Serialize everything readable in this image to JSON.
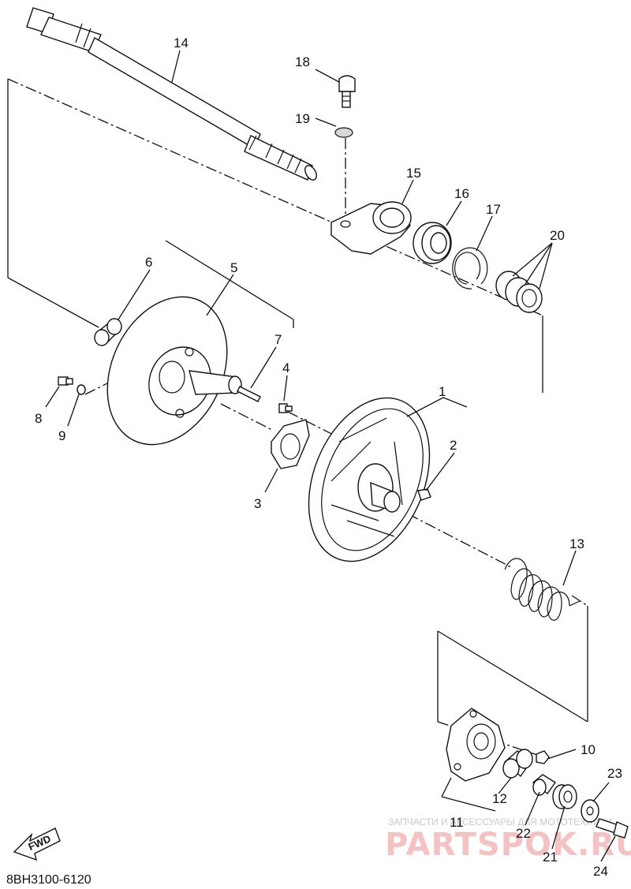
{
  "callouts": [
    {
      "id": "c1",
      "text": "1"
    },
    {
      "id": "c2",
      "text": "2"
    },
    {
      "id": "c3",
      "text": "3"
    },
    {
      "id": "c4",
      "text": "4"
    },
    {
      "id": "c5",
      "text": "5"
    },
    {
      "id": "c6",
      "text": "6"
    },
    {
      "id": "c7",
      "text": "7"
    },
    {
      "id": "c8",
      "text": "8"
    },
    {
      "id": "c9",
      "text": "9"
    },
    {
      "id": "c10",
      "text": "10"
    },
    {
      "id": "c11",
      "text": "11"
    },
    {
      "id": "c12",
      "text": "12"
    },
    {
      "id": "c13",
      "text": "13"
    },
    {
      "id": "c14",
      "text": "14"
    },
    {
      "id": "c15",
      "text": "15"
    },
    {
      "id": "c16",
      "text": "16"
    },
    {
      "id": "c17",
      "text": "17"
    },
    {
      "id": "c18",
      "text": "18"
    },
    {
      "id": "c19",
      "text": "19"
    },
    {
      "id": "c20",
      "text": "20"
    },
    {
      "id": "c21",
      "text": "21"
    },
    {
      "id": "c22",
      "text": "22"
    },
    {
      "id": "c23",
      "text": "23"
    },
    {
      "id": "c24",
      "text": "24"
    }
  ],
  "fwd_label": "FWD",
  "diagram_code": "8BH3100-6120",
  "watermark": {
    "small_text": "ЗАПЧАСТИ И АКСЕССУАРЫ ДЛЯ МОТОТЕХНИКИ",
    "brand_text": "PARTSPOK.RU",
    "color": "#f3c3c3"
  }
}
